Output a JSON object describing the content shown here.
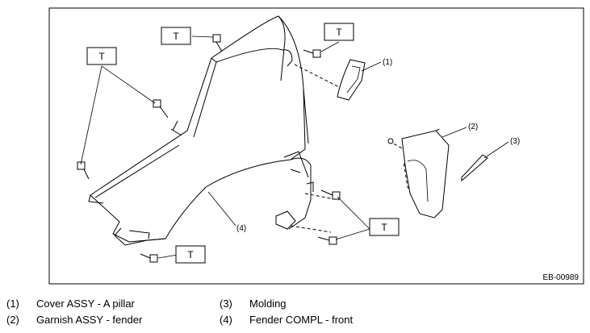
{
  "torque_label": "T",
  "figure_id": "EB-00989",
  "callouts": [
    "(1)",
    "(2)",
    "(3)",
    "(4)"
  ],
  "legend": [
    {
      "num": "(1)",
      "text": "Cover ASSY - A pillar"
    },
    {
      "num": "(2)",
      "text": "Garnish ASSY - fender"
    },
    {
      "num": "(3)",
      "text": "Molding"
    },
    {
      "num": "(4)",
      "text": "Fender COMPL - front"
    }
  ]
}
